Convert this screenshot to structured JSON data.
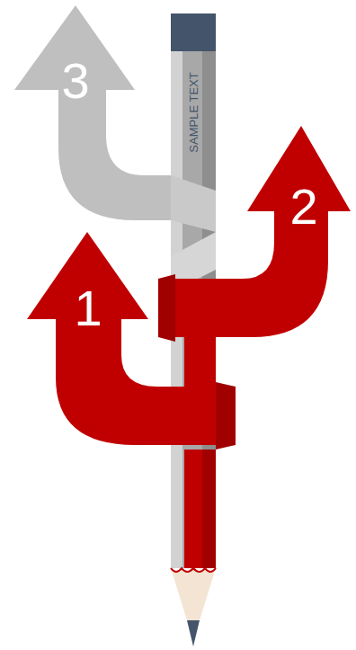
{
  "diagram": {
    "labels": [
      "3",
      "SAMPLE TEXT",
      "2",
      "1"
    ]
  }
}
